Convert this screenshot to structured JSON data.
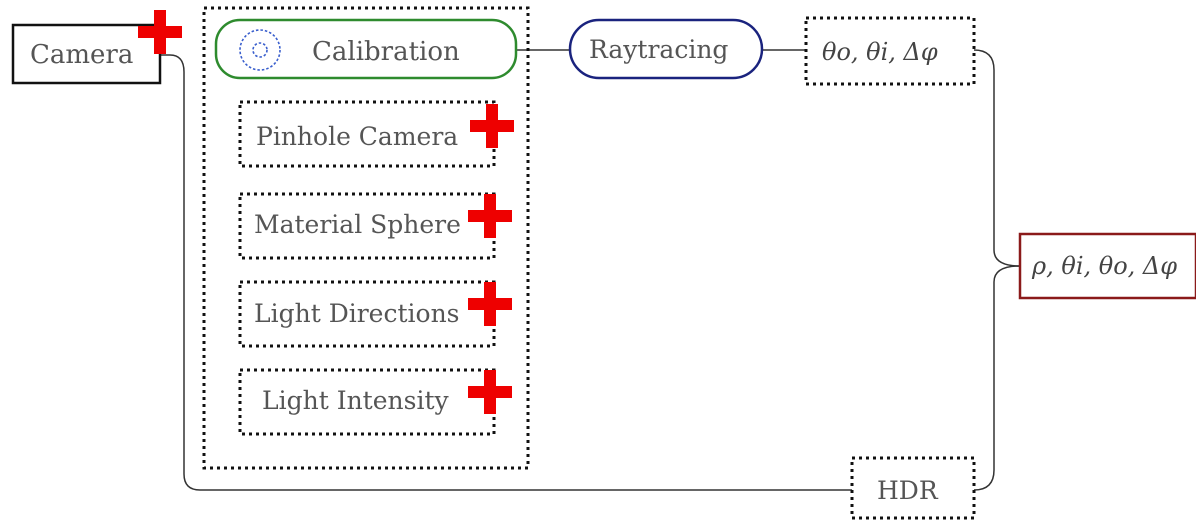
{
  "nodes": {
    "camera": "Camera",
    "calibration": "Calibration",
    "raytracing": "Raytracing",
    "angles_out": "θo, θi, Δφ",
    "pinhole": "Pinhole Camera",
    "sphere": "Material Sphere",
    "directions": "Light Directions",
    "intensity": "Light Intensity",
    "hdr": "HDR",
    "result": "ρ, θi, θo, Δφ"
  },
  "colors": {
    "calibration_border": "#2e8b2e",
    "raytracing_border": "#1a237e",
    "result_border": "#8b1a1a",
    "plus_marker": "#ee0000",
    "gear_icon": "#3a5fcd"
  },
  "icons": {
    "calibration": "gear-icon",
    "marker": "plus-icon"
  }
}
